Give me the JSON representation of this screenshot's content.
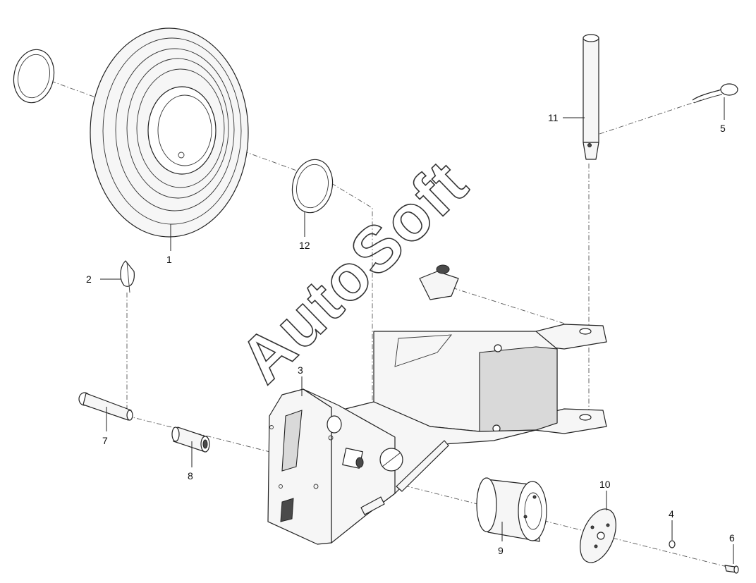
{
  "watermark": "AutoSoft",
  "callouts": [
    {
      "id": "tire",
      "number": "1"
    },
    {
      "id": "clip",
      "number": "2"
    },
    {
      "id": "arm",
      "number": "3"
    },
    {
      "id": "nut",
      "number": "4"
    },
    {
      "id": "spring-clip",
      "number": "5"
    },
    {
      "id": "bolt",
      "number": "6"
    },
    {
      "id": "axle-pin",
      "number": "7"
    },
    {
      "id": "sleeve",
      "number": "8"
    },
    {
      "id": "bushing",
      "number": "9"
    },
    {
      "id": "washer",
      "number": "10"
    },
    {
      "id": "pivot-pin",
      "number": "11"
    },
    {
      "id": "ring",
      "number": "12"
    }
  ],
  "colors": {
    "line": "#222222",
    "fill": "#f6f6f6",
    "background": "#ffffff"
  }
}
